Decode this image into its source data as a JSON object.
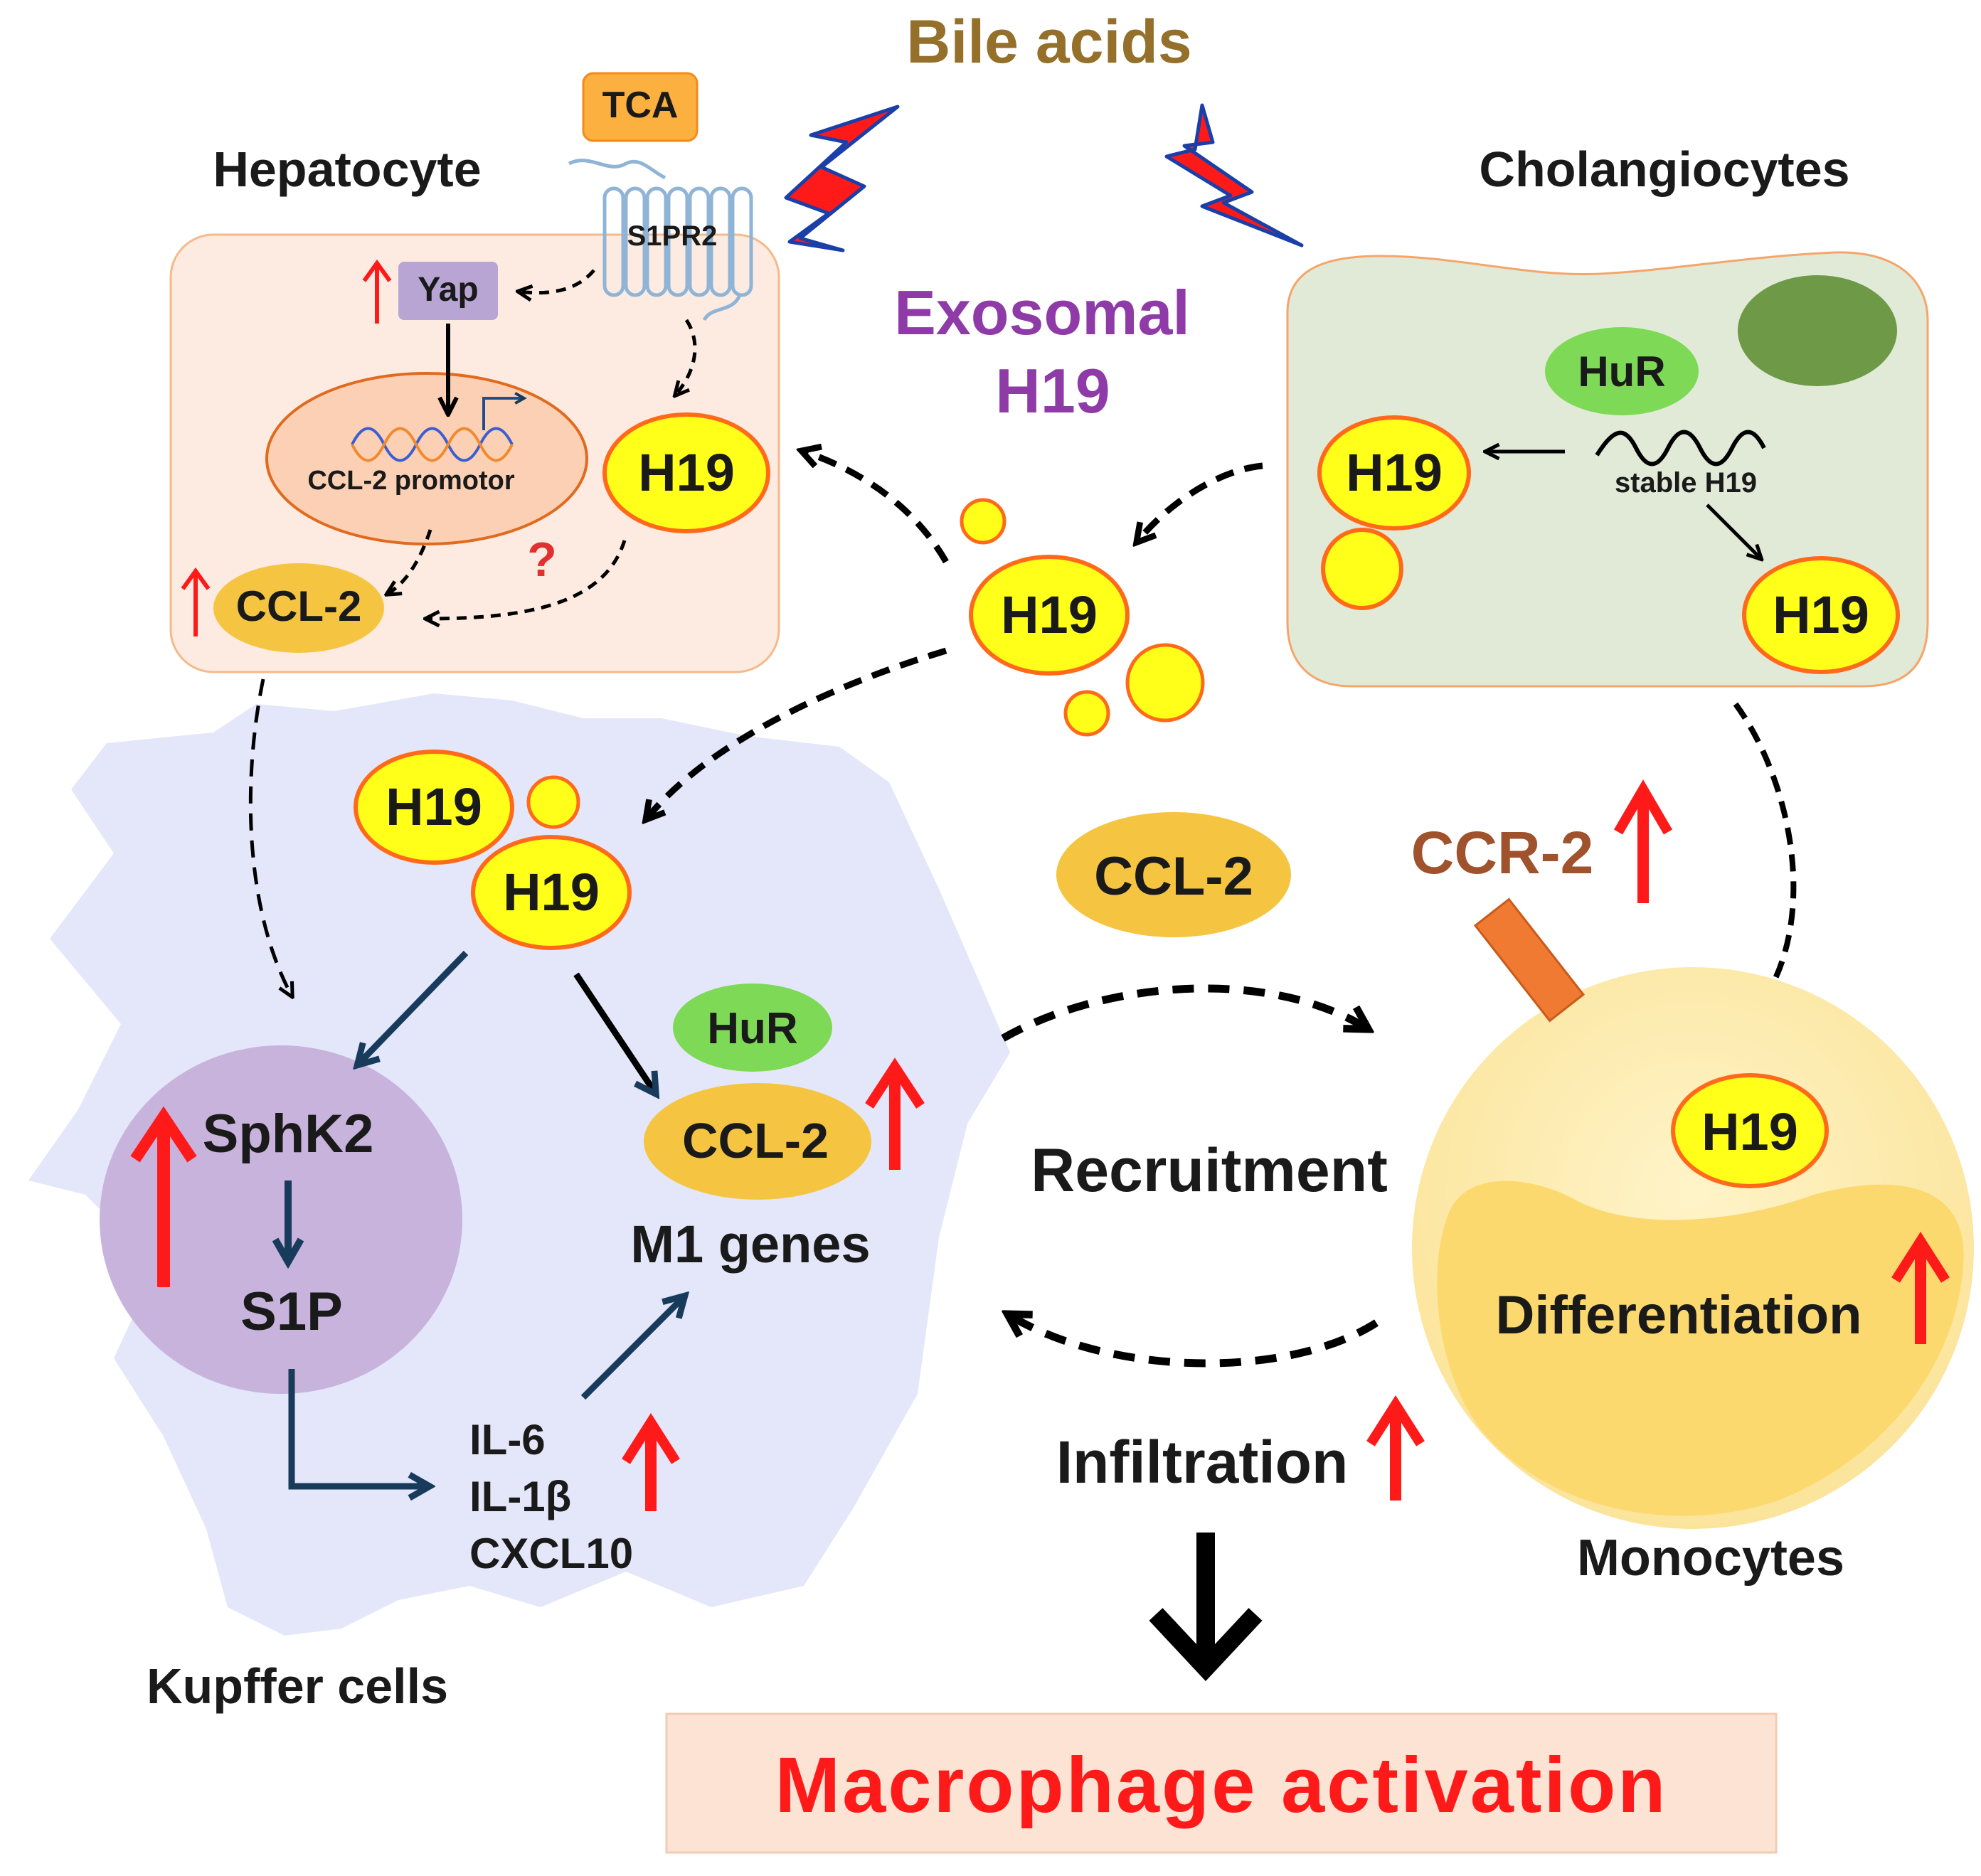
{
  "colors": {
    "arrow_up": "#ff1a1a",
    "bile_acids": "#94702a",
    "exosomal": "#8e3ba8",
    "ccr2": "#a0522d",
    "h19_fill": "#ffff1a",
    "h19_stroke": "#ff6a1a",
    "ccl2_fill": "#f5c542",
    "hur_fill": "#7ed957",
    "macrophage_text": "#ff1a1a",
    "macrophage_box": "#fce3d4"
  },
  "title": {
    "bile_acids": "Bile acids"
  },
  "hepatocyte": {
    "label": "Hepatocyte",
    "tca": "TCA",
    "s1pr2": "S1PR2",
    "yap": "Yap",
    "promoter": "CCL-2 promotor",
    "h19": "H19",
    "ccl2": "CCL-2",
    "question": "?"
  },
  "exosomal": {
    "line1": "Exosomal",
    "line2": "H19",
    "h19": "H19"
  },
  "cholangiocytes": {
    "label": "Cholangiocytes",
    "hur": "HuR",
    "stable": "stable H19",
    "h19_left": "H19",
    "h19_right": "H19"
  },
  "kupffer": {
    "label": "Kupffer cells",
    "h19_top": "H19",
    "h19_bottom": "H19",
    "hur": "HuR",
    "ccl2": "CCL-2",
    "m1": "M1 genes",
    "sphk2": "SphK2",
    "s1p": "S1P",
    "il6": "IL-6",
    "il1b": "IL-1β",
    "cxcl10": "CXCL10"
  },
  "middle": {
    "ccl2": "CCL-2",
    "recruitment": "Recruitment",
    "infiltration": "Infiltration"
  },
  "monocytes": {
    "label": "Monocytes",
    "ccr2": "CCR-2",
    "h19": "H19",
    "differentiation": "Differentiation"
  },
  "result": {
    "macrophage": "Macrophage activation"
  }
}
